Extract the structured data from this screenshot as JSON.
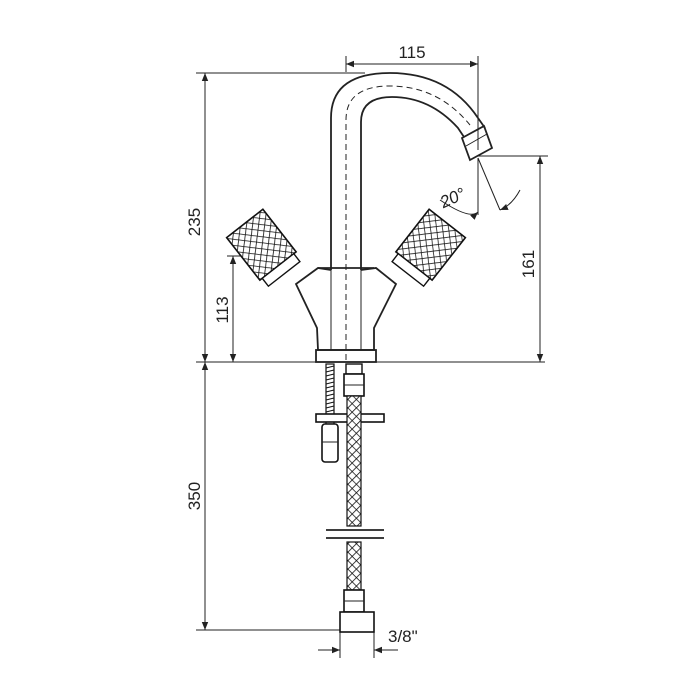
{
  "dimensions": {
    "spout_reach": "115",
    "overall_height": "235",
    "handle_height": "113",
    "spout_outlet_height": "161",
    "spout_angle": "20°",
    "flex_hose_length": "350",
    "connection_size": "3/8\""
  },
  "colors": {
    "line": "#222222",
    "background": "#ffffff"
  }
}
